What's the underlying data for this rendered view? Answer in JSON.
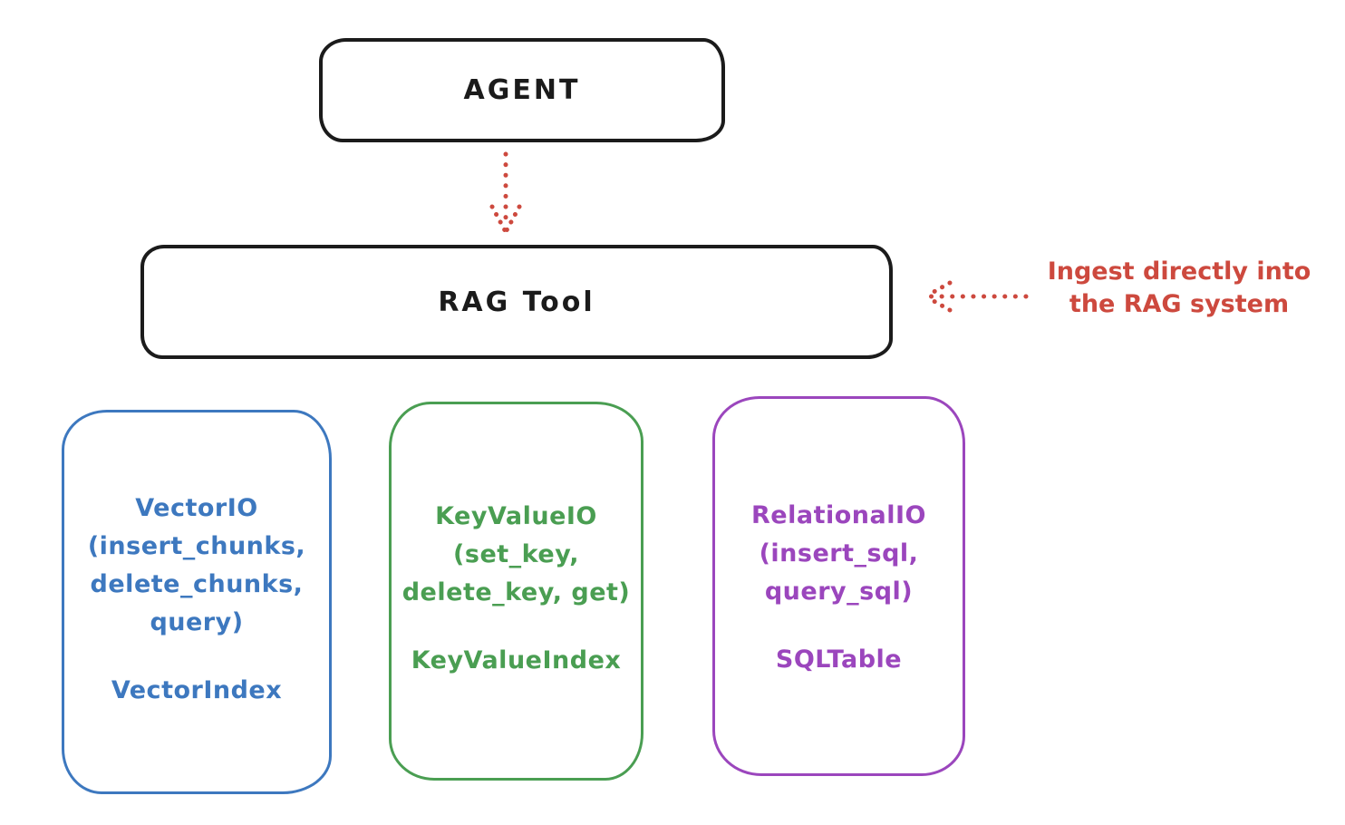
{
  "agent_box": {
    "label": "AGENT"
  },
  "rag_tool_box": {
    "label": "RAG Tool"
  },
  "annotation": {
    "line1": "Ingest directly into",
    "line2": "the RAG system"
  },
  "arrows": {
    "agent_to_rag_tool": "dotted-arrow-down",
    "annotation_to_rag_tool": "dotted-arrow-left"
  },
  "backends": [
    {
      "name": "vector-io",
      "color": "#3d78bf",
      "title_lines": [
        "VectorIO",
        "(insert_chunks,",
        "delete_chunks,",
        "query)"
      ],
      "index_label": "VectorIndex"
    },
    {
      "name": "key-value-io",
      "color": "#4a9e52",
      "title_lines": [
        "KeyValueIO",
        "(set_key,",
        "delete_key, get)"
      ],
      "index_label": "KeyValueIndex"
    },
    {
      "name": "relational-io",
      "color": "#9b46bd",
      "title_lines": [
        "RelationalIO",
        "(insert_sql,",
        "query_sql)"
      ],
      "index_label": "SQLTable"
    }
  ],
  "colors": {
    "box_stroke": "#1b1b1b",
    "accent_red": "#cd493e",
    "background": "#ffffff"
  }
}
